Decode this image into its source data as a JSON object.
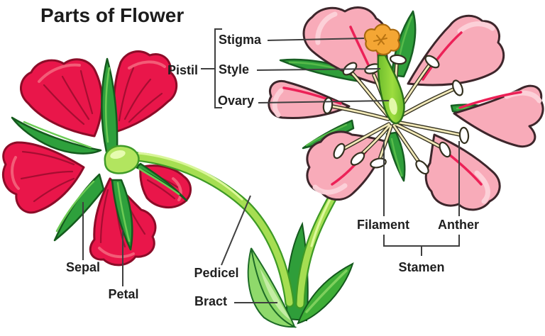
{
  "title": "Parts of Flower",
  "labels": {
    "pistil": "Pistil",
    "stigma": "Stigma",
    "style": "Style",
    "ovary": "Ovary",
    "sepal": "Sepal",
    "petal": "Petal",
    "pedicel": "Pedicel",
    "bract": "Bract",
    "filament": "Filament",
    "anther": "Anther",
    "stamen": "Stamen"
  },
  "groups": {
    "pistil_parts": [
      "Stigma",
      "Style",
      "Ovary"
    ],
    "stamen_parts": [
      "Filament",
      "Anther"
    ]
  },
  "colors": {
    "background": "#ffffff",
    "text": "#1f1f1f",
    "leader_line": "#3f3f3f",
    "red_petal": "#e9164a",
    "red_petal_streak": "#a60d31",
    "red_petal_outline": "#8c0c28",
    "red_petal_highlight": "#f4687f",
    "pink_petal": "#f8abb9",
    "pink_petal_highlight": "#fcd2d9",
    "pink_petal_streak": "#ec2157",
    "pink_petal_outline": "#3d262b",
    "leaf_green": "#2f9e3a",
    "leaf_outline": "#14581d",
    "sepal_green": "#2ea03c",
    "stem_body": "#a6de52",
    "stem_outline": "#3e9a26",
    "stem_highlight": "#e0fa9f",
    "bract_green": "#8fd96b",
    "filament_cream": "#f2e9b8",
    "filament_outline": "#33301f",
    "anther_white": "#ffffff",
    "stigma_orange": "#f4a634",
    "stigma_outline": "#a8690f",
    "ovary_green": "#7ccf35",
    "ovary_highlight": "#e7fbaf"
  }
}
